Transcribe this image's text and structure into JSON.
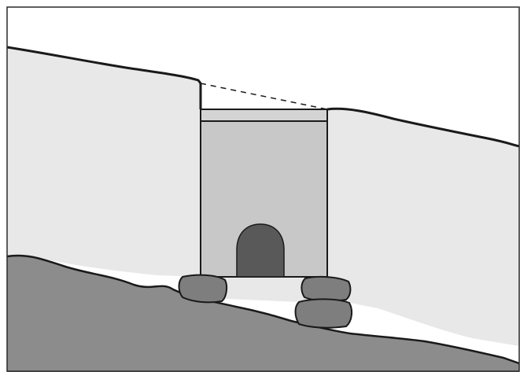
{
  "figure": {
    "kind": "cross-section illustration",
    "colors": {
      "sky": "#ffffff",
      "soil_fill": "#e8e8e8",
      "ground_dark": "#8c8c8c",
      "structure_wall": "#c8c8c8",
      "cap_slab": "#d4d4d4",
      "opening": "#595959",
      "stone": "#7e7e7e",
      "outline": "#1a1a1a",
      "frame_border": "#2a2a2a"
    },
    "elements": [
      "soil-layer",
      "ground-base",
      "structure-wall",
      "cap-slab",
      "arched-opening",
      "dashed-profile-line",
      "foundation-stones"
    ]
  }
}
